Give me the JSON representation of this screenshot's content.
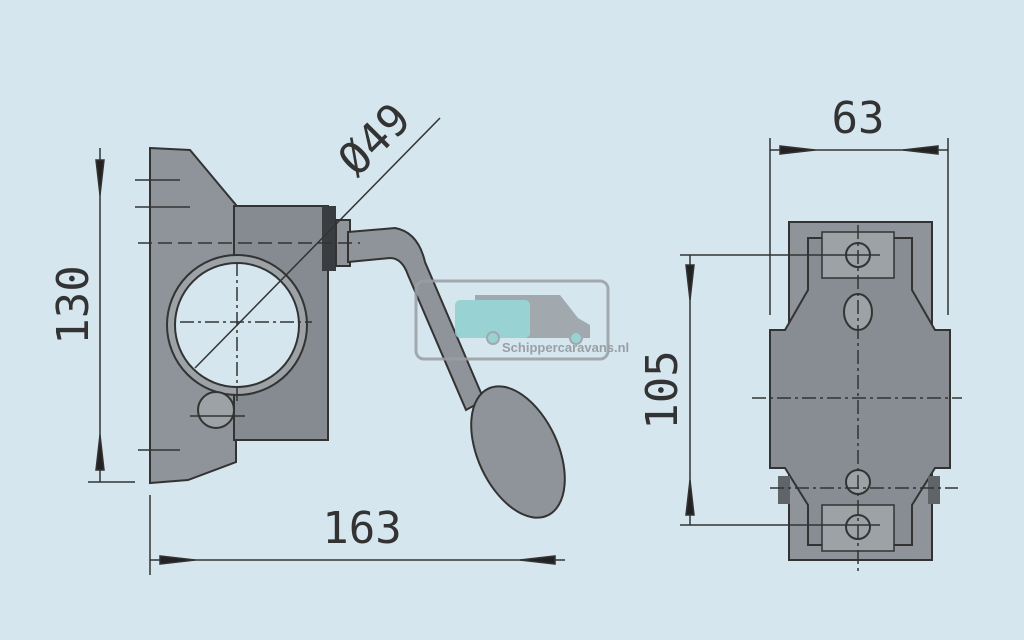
{
  "drawing": {
    "dimensions": {
      "height_left": "130",
      "width_left": "163",
      "diameter": "Ø49",
      "width_right": "63",
      "height_right": "105"
    }
  },
  "watermark": {
    "text": "Schippercaravans.nl"
  },
  "colors": {
    "background": "#d5e6ef",
    "part": "#8e9499",
    "part_dark": "#5f6469",
    "line": "#2a2a2a",
    "logo_teal": "#8fcfcf",
    "logo_gray": "#9a9fa3"
  }
}
